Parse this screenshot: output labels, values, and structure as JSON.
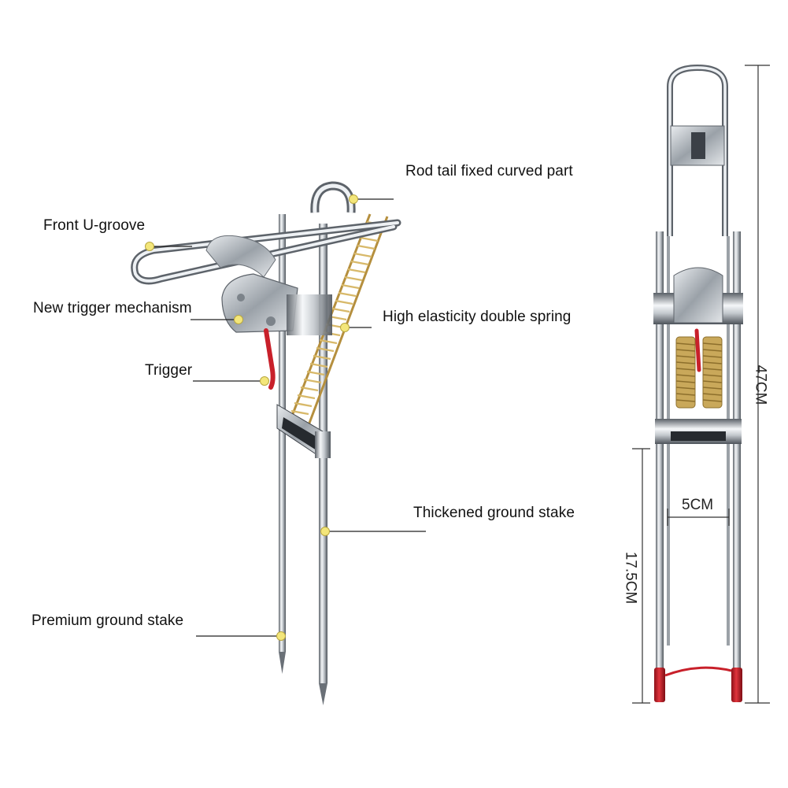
{
  "labels": {
    "front_u_groove": "Front U-groove",
    "new_trigger_mechanism": "New trigger mechanism",
    "trigger": "Trigger",
    "premium_ground_stake": "Premium ground stake",
    "rod_tail_fixed_curved_part": "Rod tail fixed curved part",
    "high_elasticity_double_spring": "High elasticity double spring",
    "thickened_ground_stake": "Thickened ground stake"
  },
  "dimensions": {
    "total_height": "47CM",
    "stake_height": "17.5CM",
    "stake_spacing": "5CM"
  },
  "colors": {
    "steel_light": "#f2f4f6",
    "steel_dark": "#555b62",
    "spring_gold": "#c9a85a",
    "trigger_red": "#c8202a",
    "callout_dot": "#f3e67a",
    "leader_line": "#222222"
  }
}
